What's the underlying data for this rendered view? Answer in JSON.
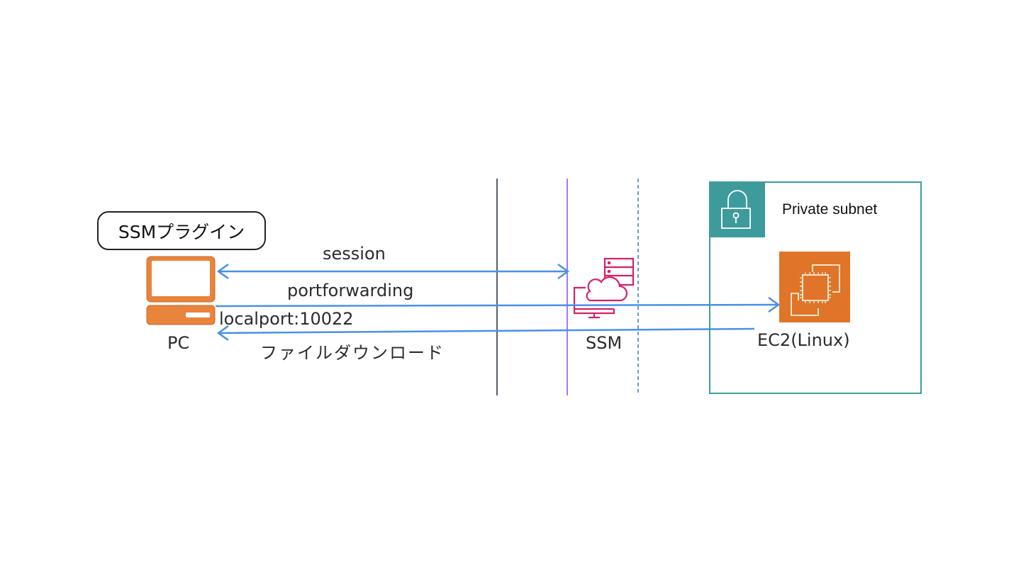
{
  "diagram": {
    "plugin_label": "SSMプラグイン",
    "nodes": {
      "pc": {
        "label": "PC",
        "icon": "desktop-computer-icon",
        "color": "#e8843c"
      },
      "ssm": {
        "label": "SSM",
        "icon": "systems-manager-icon",
        "color": "#d4206a"
      },
      "ec2": {
        "label": "EC2(Linux)",
        "icon": "ec2-instance-icon",
        "color": "#e07428"
      }
    },
    "subnet": {
      "title": "Private subnet",
      "icon": "padlock-icon",
      "color": "#3d9c9b"
    },
    "flows": [
      {
        "label": "session",
        "from": "SSM",
        "to": "PC",
        "direction": "bidirectional"
      },
      {
        "label": "portforwarding",
        "from": "PC",
        "to": "EC2(Linux)",
        "direction": "forward"
      },
      {
        "label": "localport:10022",
        "annotation_of": "portforwarding"
      },
      {
        "label": "ファイルダウンロード",
        "from": "EC2(Linux)",
        "to": "PC",
        "direction": "backward"
      }
    ],
    "boundaries": [
      {
        "style": "solid",
        "color": "#1f2a3a"
      },
      {
        "style": "solid",
        "color": "#8a4ce8"
      },
      {
        "style": "dashed",
        "color": "#2f7fb8"
      }
    ],
    "arrow_color": "#4a90e8"
  }
}
